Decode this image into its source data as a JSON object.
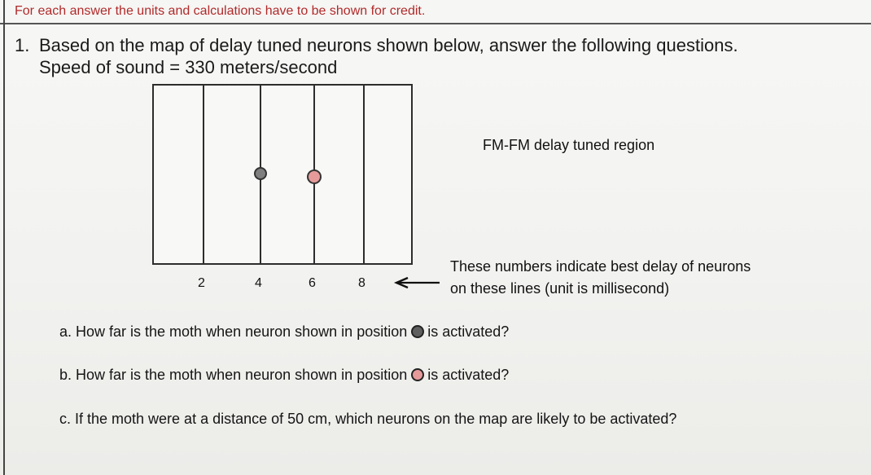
{
  "instruction": "For each answer the units and calculations have to be shown for credit.",
  "question": {
    "number": "1.",
    "line1": "Based on the map of delay tuned neurons shown below, answer the following questions.",
    "line2": "Speed of sound = 330 meters/second"
  },
  "map": {
    "tick_labels": [
      "2",
      "4",
      "6",
      "8"
    ],
    "region_label": "FM-FM delay tuned region",
    "note_line1": "These numbers indicate best delay of neurons",
    "note_line2": "on these lines (unit is millisecond)",
    "neuron_colors": {
      "gray": "#7f7f7f",
      "pink": "#e79a9a"
    }
  },
  "subquestions": {
    "a": {
      "before": "a. How far is the moth when neuron shown in position",
      "after": "is activated?"
    },
    "b": {
      "before": "b. How far is the moth when neuron shown in position",
      "after": "is activated?"
    },
    "c": {
      "text": "c.  If the moth were at a distance of 50 cm, which neurons on the map are likely to be activated?"
    }
  },
  "colors": {
    "instruction_text": "#b02a2a",
    "line_color": "#2d2d2d"
  }
}
